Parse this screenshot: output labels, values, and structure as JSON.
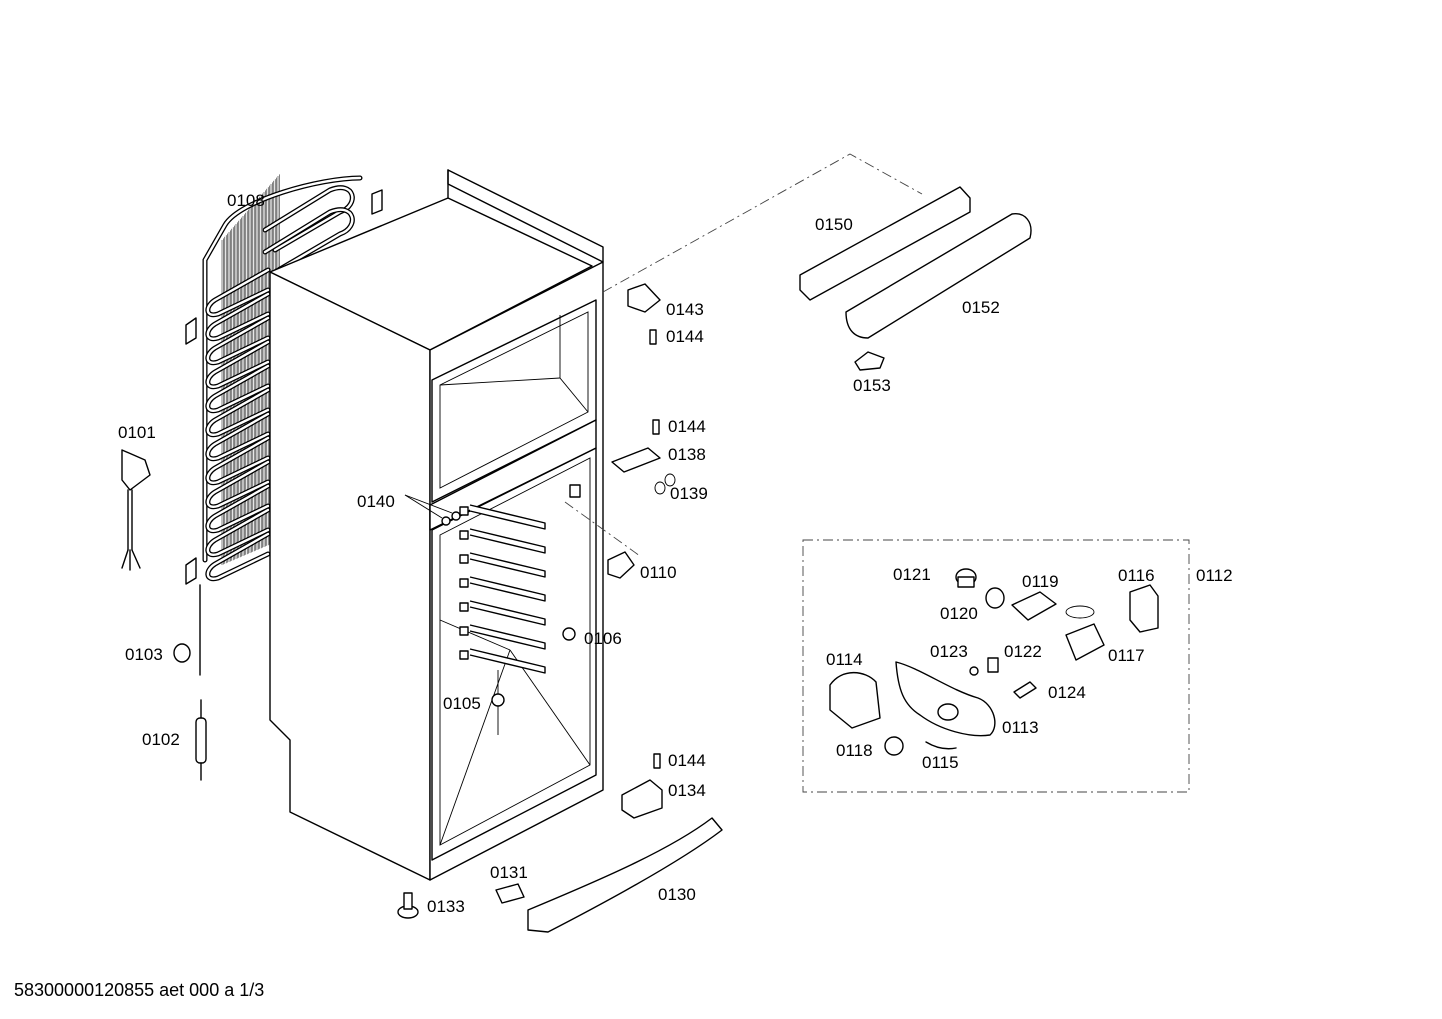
{
  "diagram": {
    "footer": "58300000120855 aet 000 a 1/3",
    "parts": [
      {
        "id": "0108"
      },
      {
        "id": "0101"
      },
      {
        "id": "0103"
      },
      {
        "id": "0102"
      },
      {
        "id": "0140"
      },
      {
        "id": "0105"
      },
      {
        "id": "0106"
      },
      {
        "id": "0143"
      },
      {
        "id": "0144a",
        "label": "0144"
      },
      {
        "id": "0144b",
        "label": "0144"
      },
      {
        "id": "0138"
      },
      {
        "id": "0139"
      },
      {
        "id": "0110"
      },
      {
        "id": "0144c",
        "label": "0144"
      },
      {
        "id": "0134"
      },
      {
        "id": "0131"
      },
      {
        "id": "0130"
      },
      {
        "id": "0133"
      },
      {
        "id": "0150"
      },
      {
        "id": "0152"
      },
      {
        "id": "0153"
      },
      {
        "id": "0121"
      },
      {
        "id": "0119"
      },
      {
        "id": "0116"
      },
      {
        "id": "0112"
      },
      {
        "id": "0120"
      },
      {
        "id": "0117"
      },
      {
        "id": "0114"
      },
      {
        "id": "0123"
      },
      {
        "id": "0122"
      },
      {
        "id": "0124"
      },
      {
        "id": "0113"
      },
      {
        "id": "0118"
      },
      {
        "id": "0115"
      }
    ]
  }
}
